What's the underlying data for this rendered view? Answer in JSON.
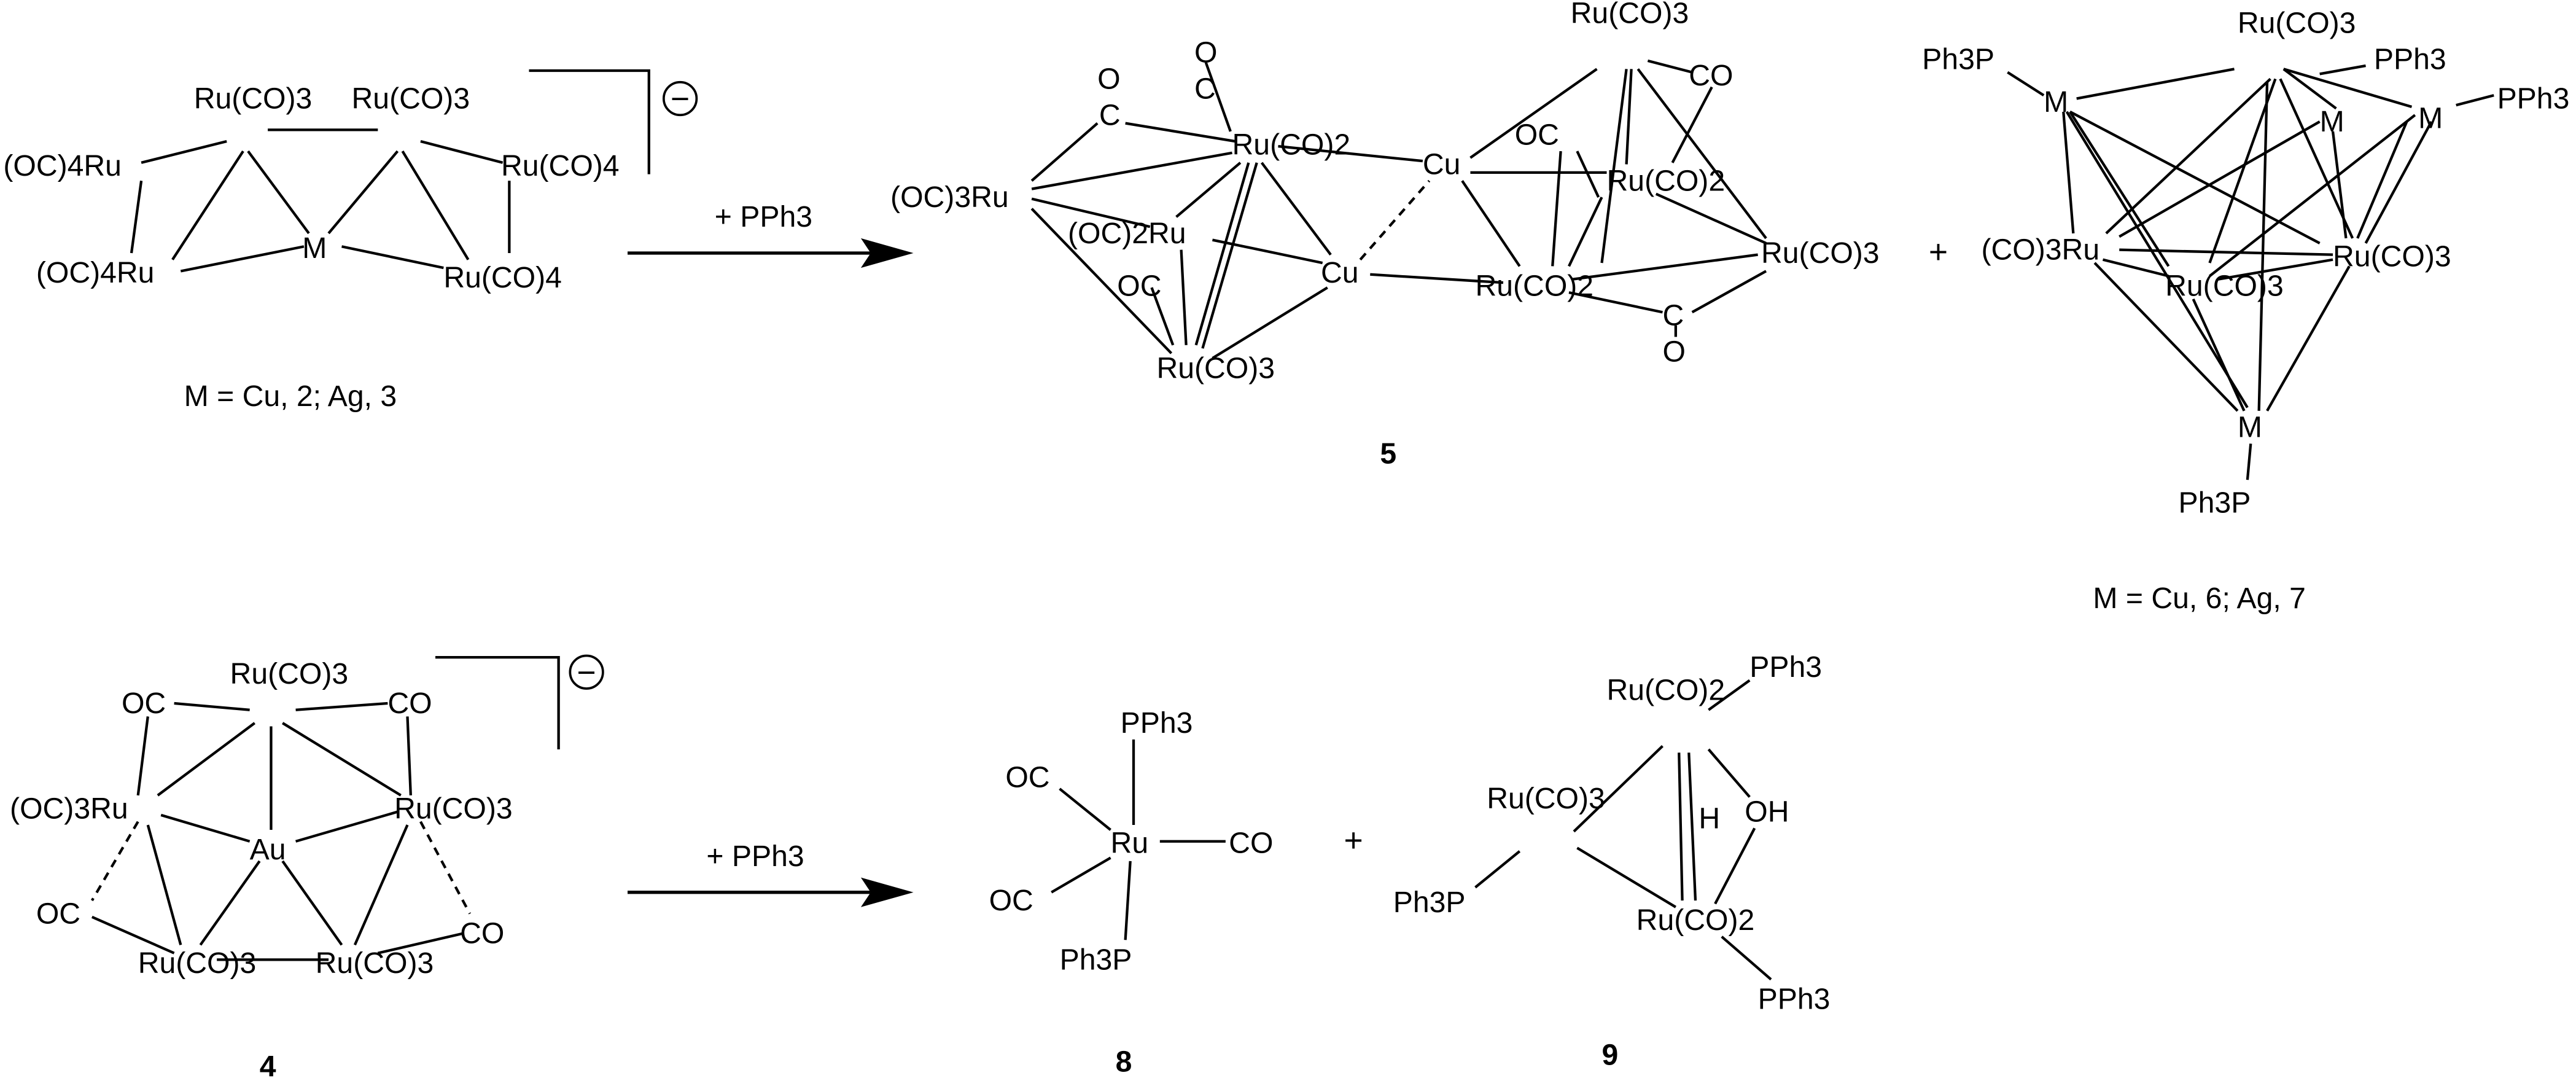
{
  "scheme": {
    "reagent_top": "+ PPh3",
    "reagent_bottom": "+ PPh3",
    "plus_top": "+",
    "plus_bottom": "+",
    "charge_top": "−",
    "charge_bottom": "−",
    "caption_2_3": "M = Cu, 2; Ag, 3",
    "caption_6_7": "M = Cu, 6; Ag, 7",
    "label_4": "4",
    "label_5": "5",
    "label_8": "8",
    "label_9": "9"
  },
  "atoms": {
    "c23": {
      "ru1": "Ru(CO)3",
      "ru2": "Ru(CO)3",
      "ru_tl": "(OC)4Ru",
      "ru_bl": "(OC)4Ru",
      "ru_tr": "Ru(CO)4",
      "ru_br": "Ru(CO)4",
      "m": "M"
    },
    "c5": {
      "ru_left": "(OC)3Ru",
      "ru_top": "Ru(CO)2",
      "ru_mid": "(OC)2Ru",
      "ru_bot": "Ru(CO)3",
      "cu1": "Cu",
      "cu2": "Cu",
      "co_a": "O",
      "co_b": "O",
      "c_a": "C",
      "c_b": "C",
      "oc_mid": "OC",
      "ru_r_top": "Ru(CO)3",
      "ru_r_mid": "Ru(CO)2",
      "ru_r_bot": "Ru(CO)2",
      "ru_r_right": "Ru(CO)3",
      "oc_r": "OC",
      "co_r": "CO",
      "c_r": "C",
      "o_r": "O"
    },
    "c67": {
      "ru_top": "Ru(CO)3",
      "ru_left": "(CO)3Ru",
      "ru_right": "Ru(CO)3",
      "ru_front": "Ru(CO)3",
      "m_tl": "M",
      "m_mid": "M",
      "m_r": "M",
      "m_bot": "M",
      "pph3_tl": "Ph3P",
      "pph3_mid": "PPh3",
      "pph3_r": "PPh3",
      "pph3_bot": "Ph3P"
    },
    "c4": {
      "ru_top": "Ru(CO)3",
      "ru_left": "(OC)3Ru",
      "ru_right": "Ru(CO)3",
      "ru_bl": "Ru(CO)3",
      "ru_br": "Ru(CO)3",
      "au": "Au",
      "oc_tl": "OC",
      "co_tr": "CO",
      "oc_l": "OC",
      "co_r": "CO"
    },
    "c8": {
      "ru": "Ru",
      "pph3": "PPh3",
      "ph3p": "Ph3P",
      "oc1": "OC",
      "oc2": "OC",
      "co": "CO"
    },
    "c9": {
      "ru_top": "Ru(CO)2",
      "ru_left": "Ru(CO)3",
      "ru_bot": "Ru(CO)2",
      "pph3_top": "PPh3",
      "ph3p_left": "Ph3P",
      "pph3_bot": "PPh3",
      "h": "H",
      "oh": "OH"
    }
  }
}
